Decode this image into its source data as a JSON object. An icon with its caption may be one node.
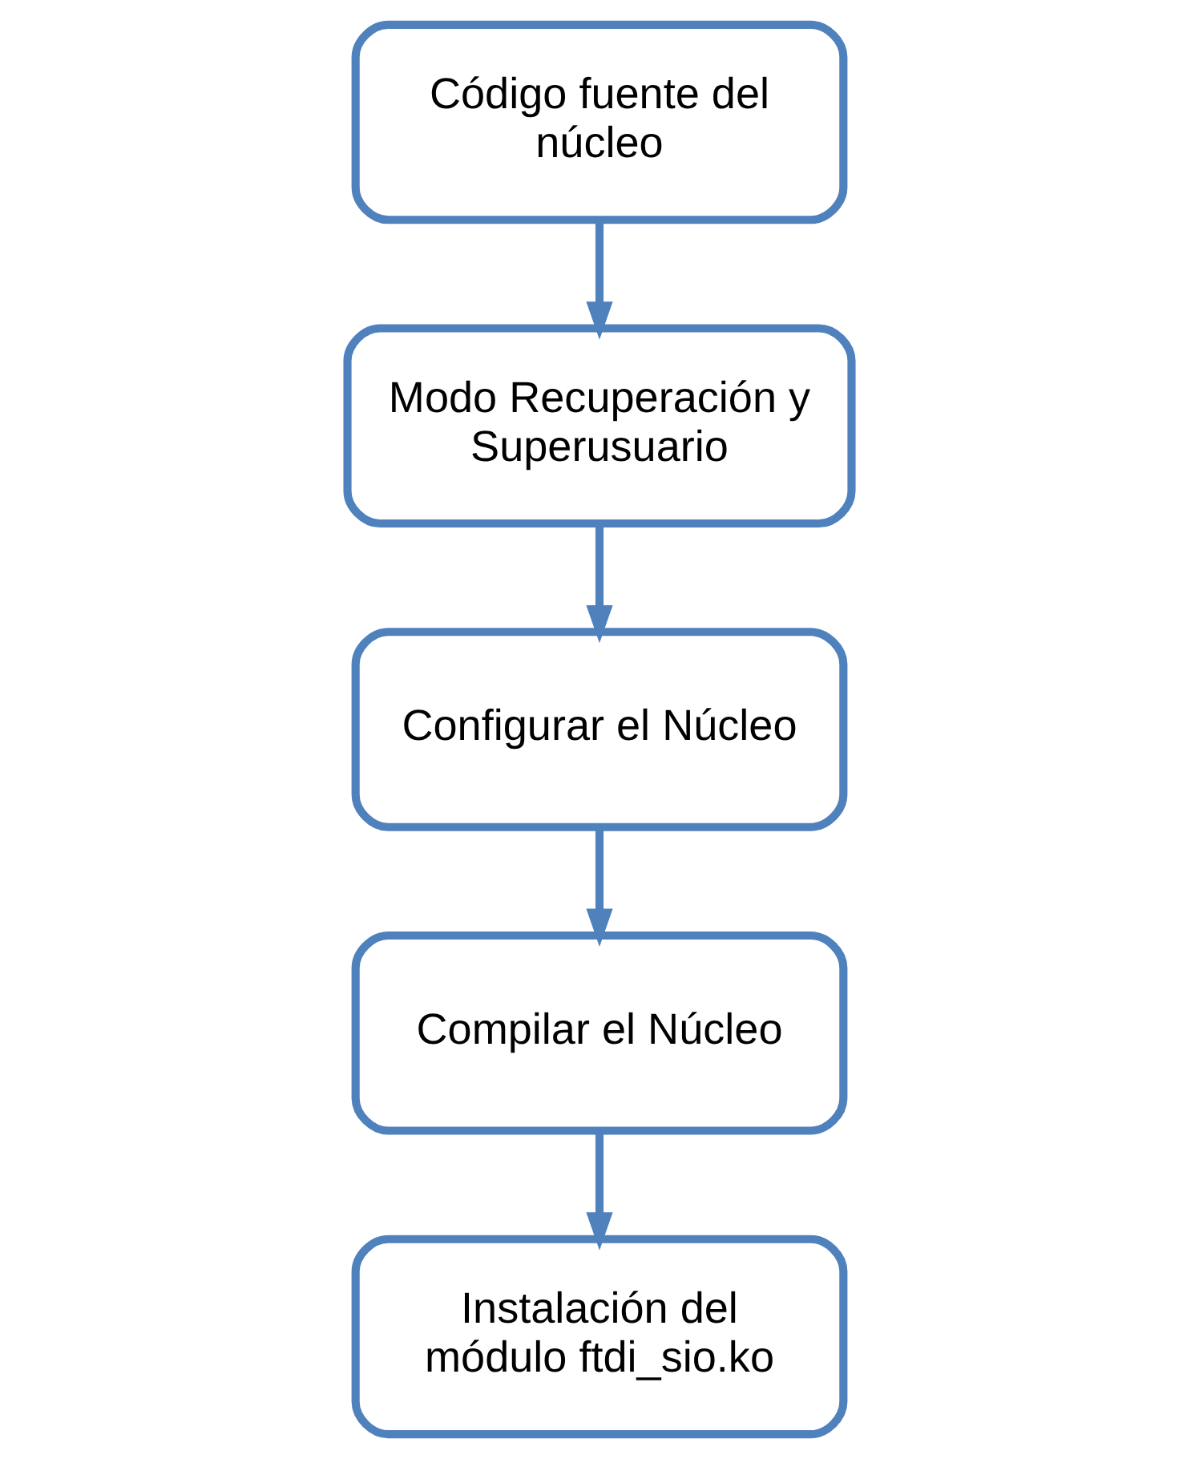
{
  "diagram": {
    "nodes": [
      {
        "text": [
          "Código fuente del núcleo"
        ]
      },
      {
        "text": [
          "Modo Recuperación y Superusuario"
        ]
      },
      {
        "text": [
          "Configurar el Núcleo"
        ]
      },
      {
        "text": [
          "Compilar el Núcleo"
        ]
      },
      {
        "text": [
          "Instalación del módulo ftdi_sio.ko"
        ]
      }
    ],
    "edges": [
      {
        "from": 0,
        "to": 1,
        "arrow": "to"
      },
      {
        "from": 1,
        "to": 2,
        "arrow": "to"
      },
      {
        "from": 2,
        "to": 3,
        "arrow": "to"
      },
      {
        "from": 3,
        "to": 4,
        "arrow": "to"
      }
    ]
  }
}
